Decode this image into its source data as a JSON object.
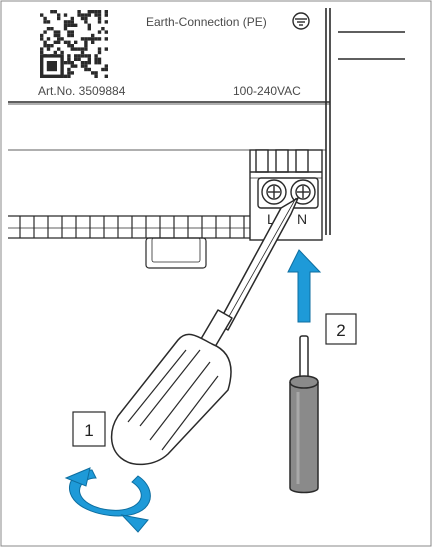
{
  "labels": {
    "earth_connection": "Earth-Connection (PE)",
    "art_no": "Art.No. 3509884",
    "voltage": "100-240VAC",
    "terminal_l": "L",
    "terminal_n": "N"
  },
  "steps": {
    "step1": "1",
    "step2": "2"
  },
  "colors": {
    "arrow_blue": "#1e9ad8",
    "line": "#2a2a2a"
  }
}
